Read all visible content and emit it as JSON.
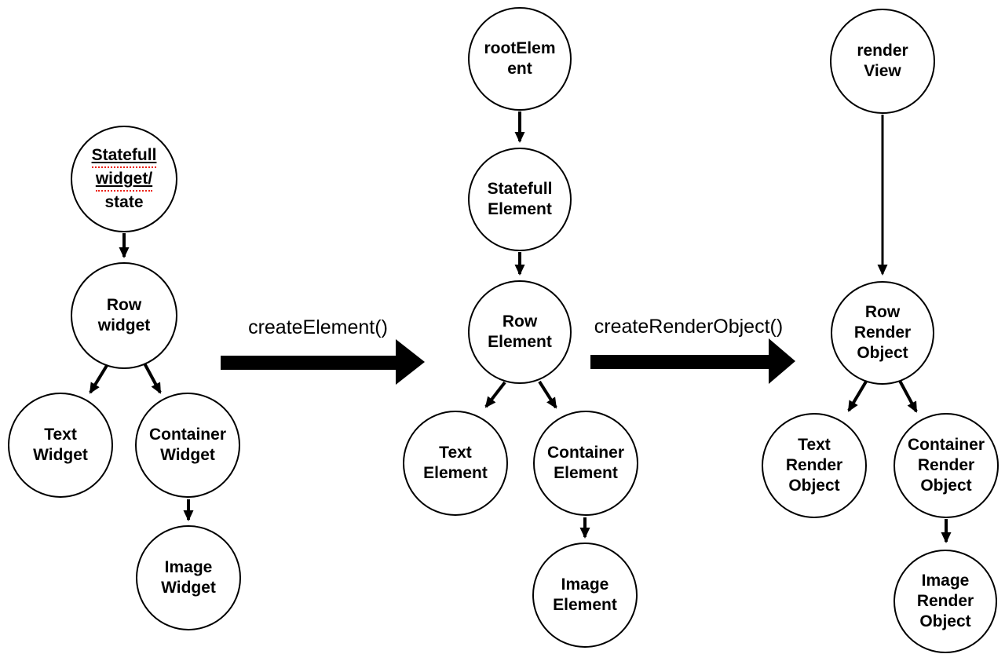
{
  "page": {
    "background": "#ffffff",
    "stroke_color": "#000000",
    "misspell_underline_color": "#ec2115"
  },
  "transitions": {
    "create_element": "createElement()",
    "create_render_object": "createRenderObject()"
  },
  "trees": {
    "widget": {
      "statefull_widget": {
        "lines": [
          "Statefull",
          "widget/",
          "state"
        ]
      },
      "row_widget": "Row\nwidget",
      "text_widget": "Text\nWidget",
      "container_widget": "Container\nWidget",
      "image_widget": "Image\nWidget"
    },
    "element": {
      "root_element": "rootElem\nent",
      "statefull_element": "Statefull\nElement",
      "row_element": "Row\nElement",
      "text_element": "Text\nElement",
      "container_element": "Container\nElement",
      "image_element": "Image\nElement"
    },
    "render": {
      "render_view": "render\nView",
      "row_render_object": "Row\nRender\nObject",
      "text_render_object": "Text\nRender\nObject",
      "container_render_object": "Container\nRender\nObject",
      "image_render_object": "Image\nRender\nObject"
    }
  }
}
